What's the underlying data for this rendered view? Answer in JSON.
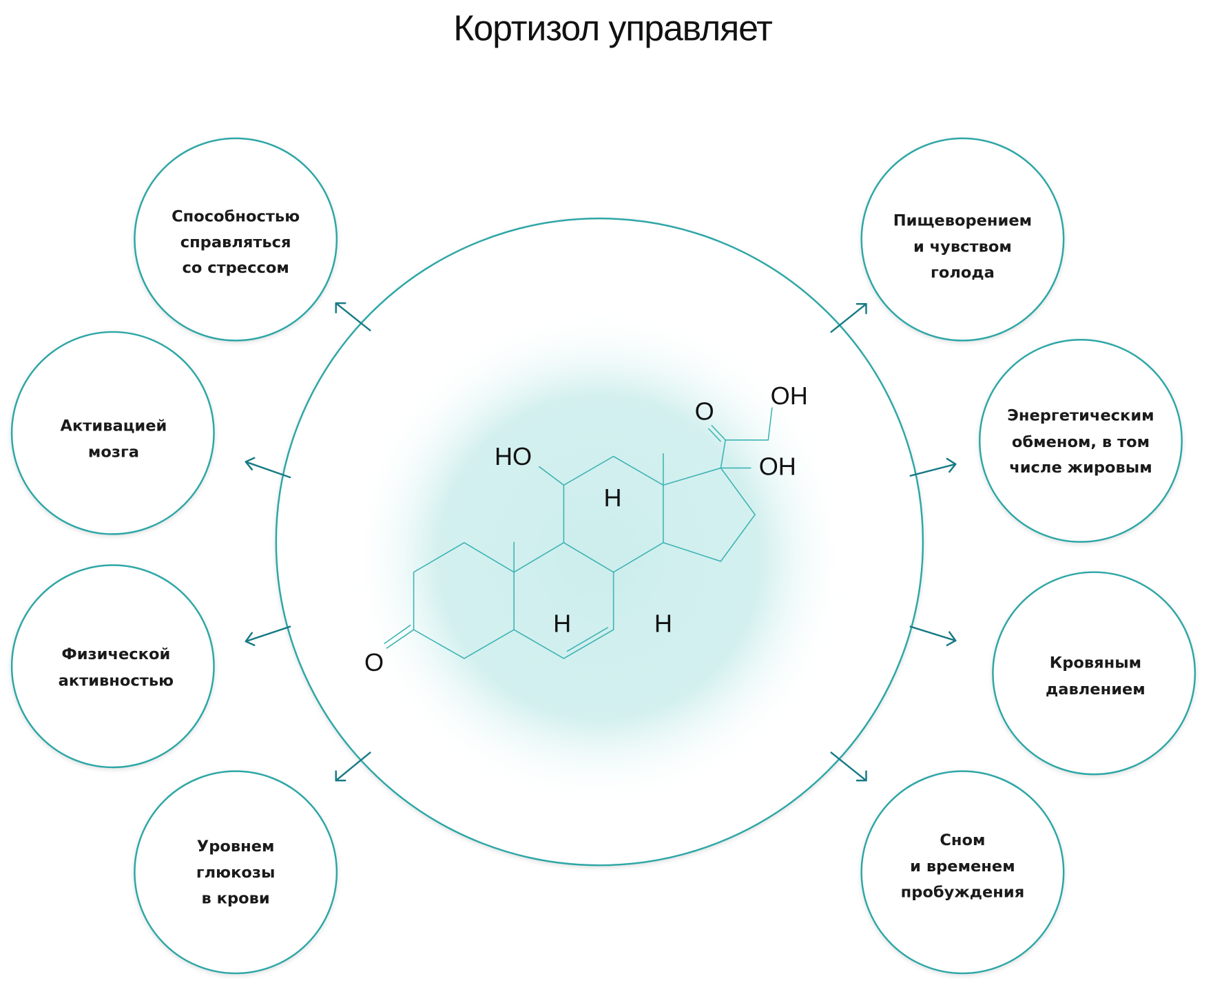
{
  "title": "Кортизол управляет",
  "colors": {
    "circle_stroke": "#2ea6a6",
    "arrow": "#177a85",
    "glow": "#cdeeed",
    "bond": "#3db3b3"
  },
  "molecule": {
    "atoms": {
      "ho": "HO",
      "oh_top": "OH",
      "oh_right": "OH",
      "o_ketone_top": "O",
      "o_ketone_left": "O",
      "h1": "H",
      "h2": "H",
      "h3": "H"
    }
  },
  "effects": [
    {
      "lines": [
        "Способностью",
        "справляться",
        "со стрессом"
      ]
    },
    {
      "lines": [
        "Активацией",
        "мозга"
      ]
    },
    {
      "lines": [
        "Физической",
        "активностью"
      ]
    },
    {
      "lines": [
        "Уровнем",
        "глюкозы",
        "в крови"
      ]
    },
    {
      "lines": [
        "Пищеворением",
        "и чувством",
        "голода"
      ]
    },
    {
      "lines": [
        "Энергетическим",
        "обменом, в том",
        "числе жировым"
      ]
    },
    {
      "lines": [
        "Кровяным",
        "давлением"
      ]
    },
    {
      "lines": [
        "Сном",
        "и временем",
        "пробуждения"
      ]
    }
  ]
}
